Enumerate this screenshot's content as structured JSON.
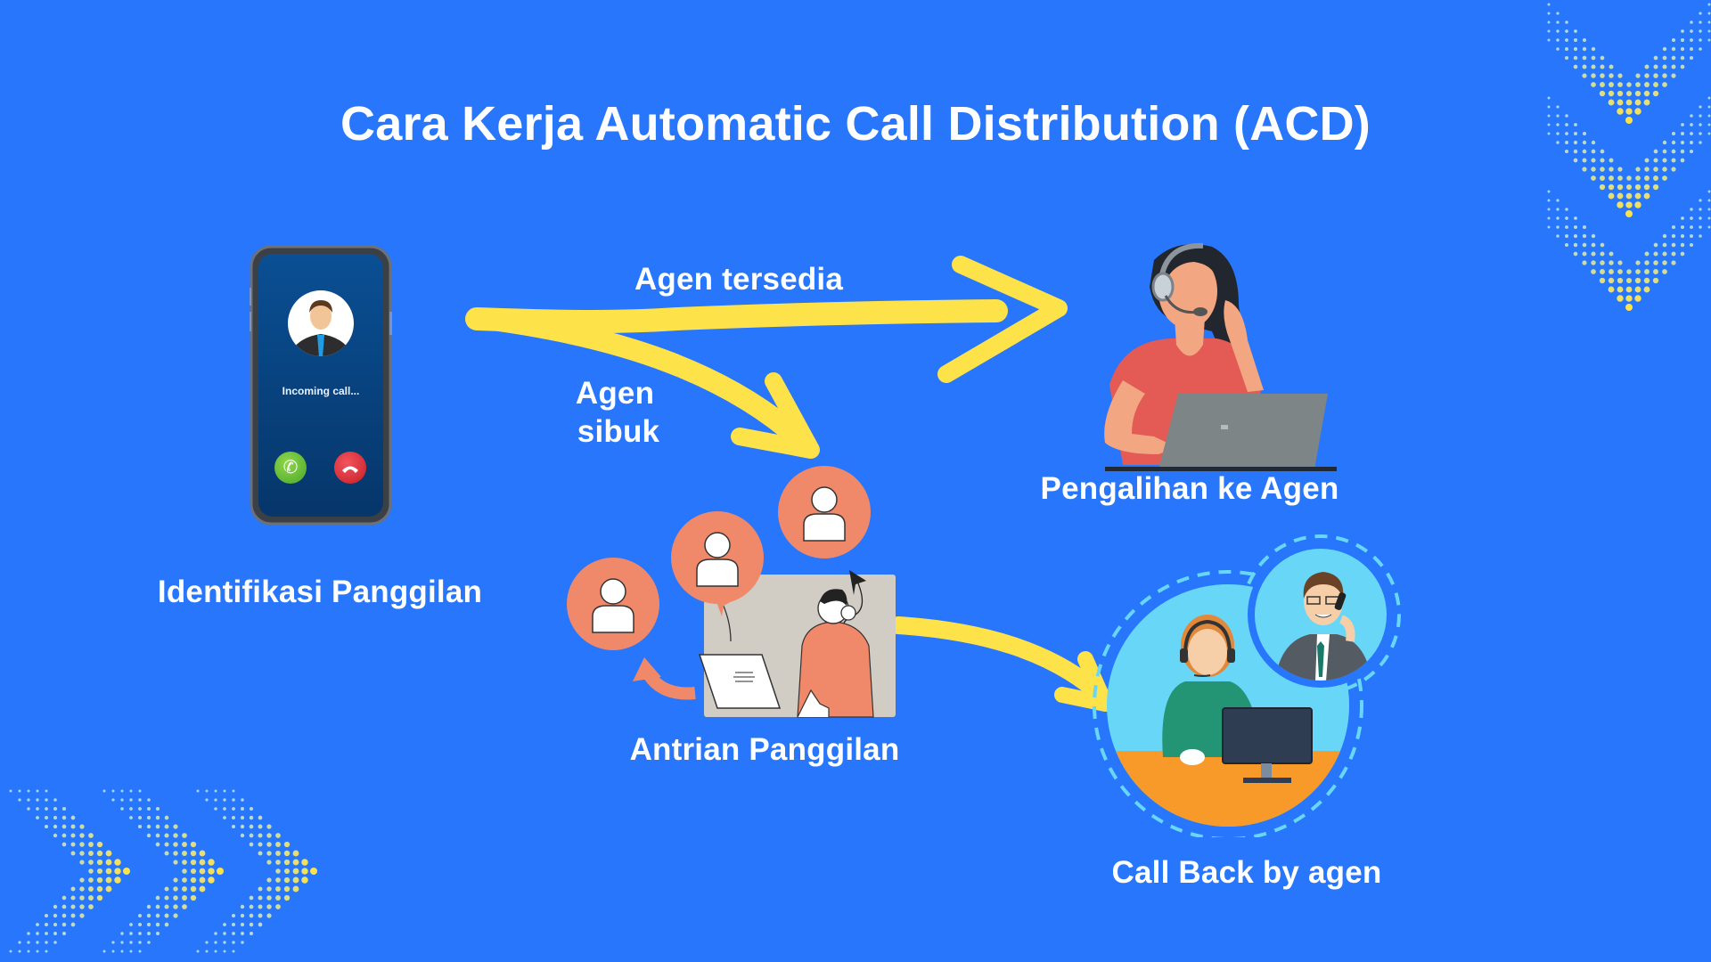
{
  "title": "Cara Kerja Automatic Call Distribution (ACD)",
  "colors": {
    "background": "#2776fb",
    "arrow": "#fde24a",
    "text": "#ffffff",
    "queue_circle": "#f0896a",
    "callback_circle": "#67d6f7"
  },
  "steps": {
    "identify": {
      "label": "Identifikasi Panggilan",
      "phone_text": "Incoming call..."
    },
    "available": {
      "label": "Agen tersedia"
    },
    "busy": {
      "label_line1": "Agen",
      "label_line2": "sibuk"
    },
    "transfer": {
      "label": "Pengalihan ke Agen"
    },
    "queue": {
      "label": "Antrian Panggilan"
    },
    "callback": {
      "label": "Call Back by agen"
    }
  }
}
